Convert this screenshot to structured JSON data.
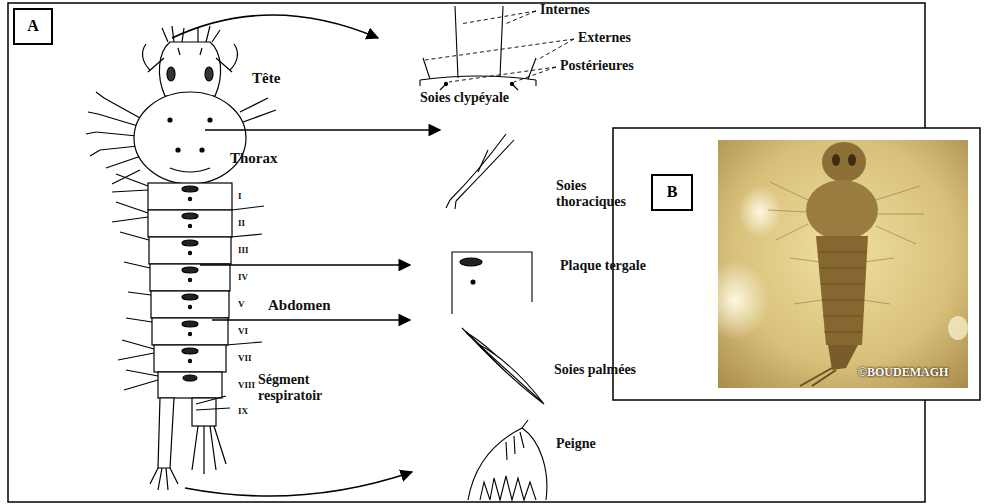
{
  "diagram": {
    "nodes": [
      {
        "text": [
          "A"
        ]
      },
      {
        "text": [
          "B"
        ]
      }
    ],
    "labels": [
      "Internes",
      "Externes",
      "Postérieures",
      "Soies clypéyale",
      "Tête",
      "Thorax",
      "Soies thoraciques",
      "I",
      "II",
      "III",
      "IV",
      "V",
      "VI",
      "VII",
      "VIII",
      "IX",
      "Abdomen",
      "Plaque tergale",
      "Soies palmées",
      "Ségment respiratoir",
      "Peigne",
      "©BOUDEMAGH"
    ]
  }
}
